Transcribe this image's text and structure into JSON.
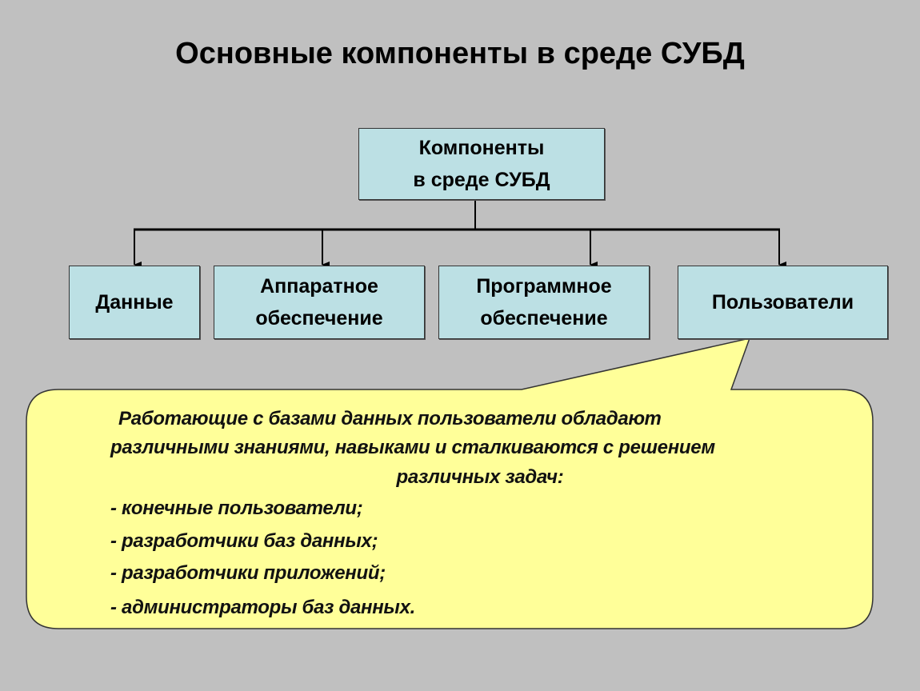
{
  "title": "Основные компоненты в среде СУБД",
  "root": {
    "line1": "Компоненты",
    "line2": "в среде СУБД"
  },
  "components": [
    {
      "line1": "Данные",
      "line2": ""
    },
    {
      "line1": "Аппаратное",
      "line2": "обеспечение"
    },
    {
      "line1": "Программное",
      "line2": "обеспечение"
    },
    {
      "line1": "Пользователи",
      "line2": ""
    }
  ],
  "callout": {
    "intro": [
      "Работающие с базами данных пользователи обладают",
      "различными знаниями, навыками и сталкиваются с решением",
      "различных задач:"
    ],
    "items": [
      "- конечные пользователи;",
      "- разработчики баз данных;",
      "- разработчики приложений;",
      "- администраторы баз данных."
    ]
  },
  "colors": {
    "background": "#c0c0c0",
    "box_fill": "#bce0e4",
    "callout_fill": "#ffff99"
  }
}
